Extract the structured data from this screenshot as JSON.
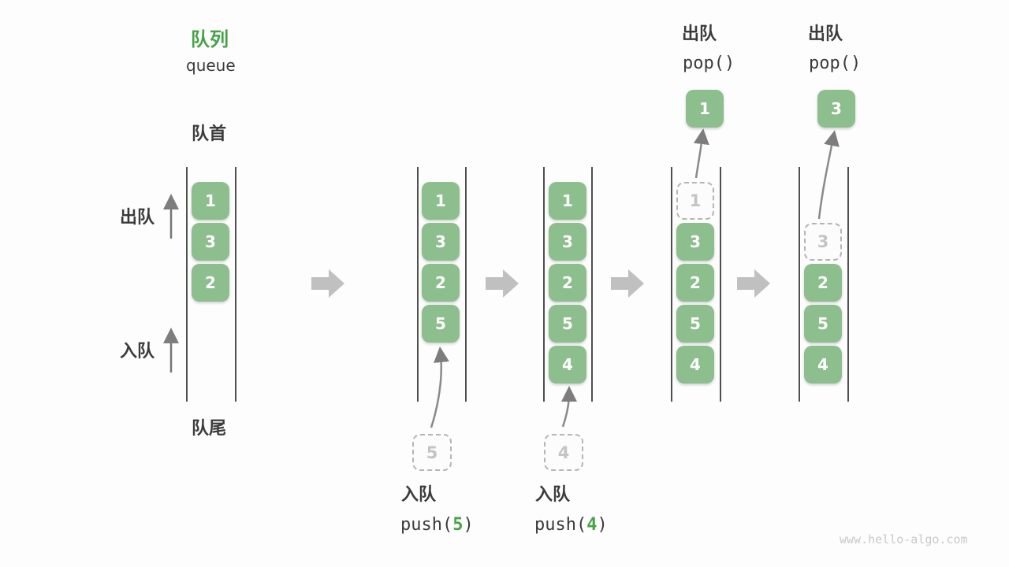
{
  "title": {
    "zh": "队列",
    "en": "queue"
  },
  "labels": {
    "front": "队首",
    "rear": "队尾",
    "dequeue_side": "出队",
    "enqueue_side": "入队"
  },
  "operations": {
    "push5": {
      "zh": "入队",
      "code_pre": "push(",
      "arg": "5",
      "code_post": ")"
    },
    "push4": {
      "zh": "入队",
      "code_pre": "push(",
      "arg": "4",
      "code_post": ")"
    },
    "pop1": {
      "zh": "出队",
      "code": "pop()"
    },
    "pop2": {
      "zh": "出队",
      "code": "pop()"
    }
  },
  "columns": [
    {
      "boxes": [
        "1",
        "3",
        "2"
      ]
    },
    {
      "boxes": [
        "1",
        "3",
        "2",
        "5"
      ],
      "incoming": "5"
    },
    {
      "boxes": [
        "1",
        "3",
        "2",
        "5",
        "4"
      ],
      "incoming": "4"
    },
    {
      "ghost": "1",
      "boxes": [
        "3",
        "2",
        "5",
        "4"
      ],
      "popped": "1"
    },
    {
      "ghost": "3",
      "boxes": [
        "2",
        "5",
        "4"
      ],
      "popped": "3"
    }
  ],
  "watermark": "www.hello-algo.com",
  "colors": {
    "box_green": "#8dbe8d",
    "accent_green": "#47a347",
    "text_dark": "#3b3b3b",
    "flow_gray": "#c0c0c0",
    "line_gray": "#4f4f4f",
    "curve_gray": "#8a8a8a",
    "ghost_gray": "#c4c4c4",
    "ghost_border": "#b5b5b5",
    "watermark_gray": "#c9c9c9"
  }
}
